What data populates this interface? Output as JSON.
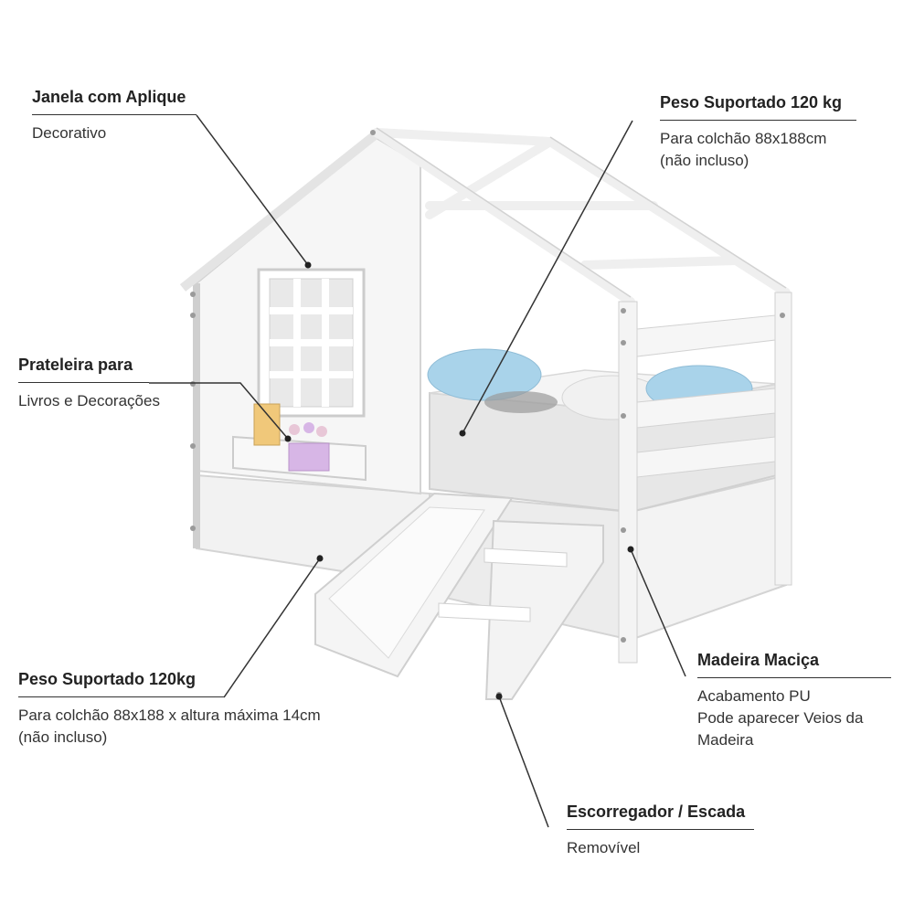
{
  "callouts": {
    "window": {
      "title": "Janela com Aplique",
      "lines": [
        "Decorativo"
      ]
    },
    "shelf": {
      "title": "Prateleira para",
      "lines": [
        "Livros e Decorações"
      ]
    },
    "weight_top": {
      "title": "Peso Suportado 120 kg",
      "lines": [
        "Para colchão 88x188cm",
        "(não incluso)"
      ]
    },
    "weight_drawer": {
      "title": "Peso Suportado 120kg",
      "lines": [
        "Para colchão 88x188 x altura máxima 14cm",
        "(não incluso)"
      ]
    },
    "wood": {
      "title": "Madeira Maciça",
      "lines": [
        "Acabamento PU",
        "Pode aparecer Veios da",
        "Madeira"
      ]
    },
    "slide": {
      "title": "Escorregador / Escada",
      "lines": [
        "Removível"
      ]
    }
  },
  "colors": {
    "bed_white": "#f4f4f4",
    "bed_shadow": "#dcdcdc",
    "mattress": "#e6e6e6",
    "pillow_blue": "#a9d3ea",
    "shelf_pink": "#d7b6e6",
    "line": "#333333"
  }
}
